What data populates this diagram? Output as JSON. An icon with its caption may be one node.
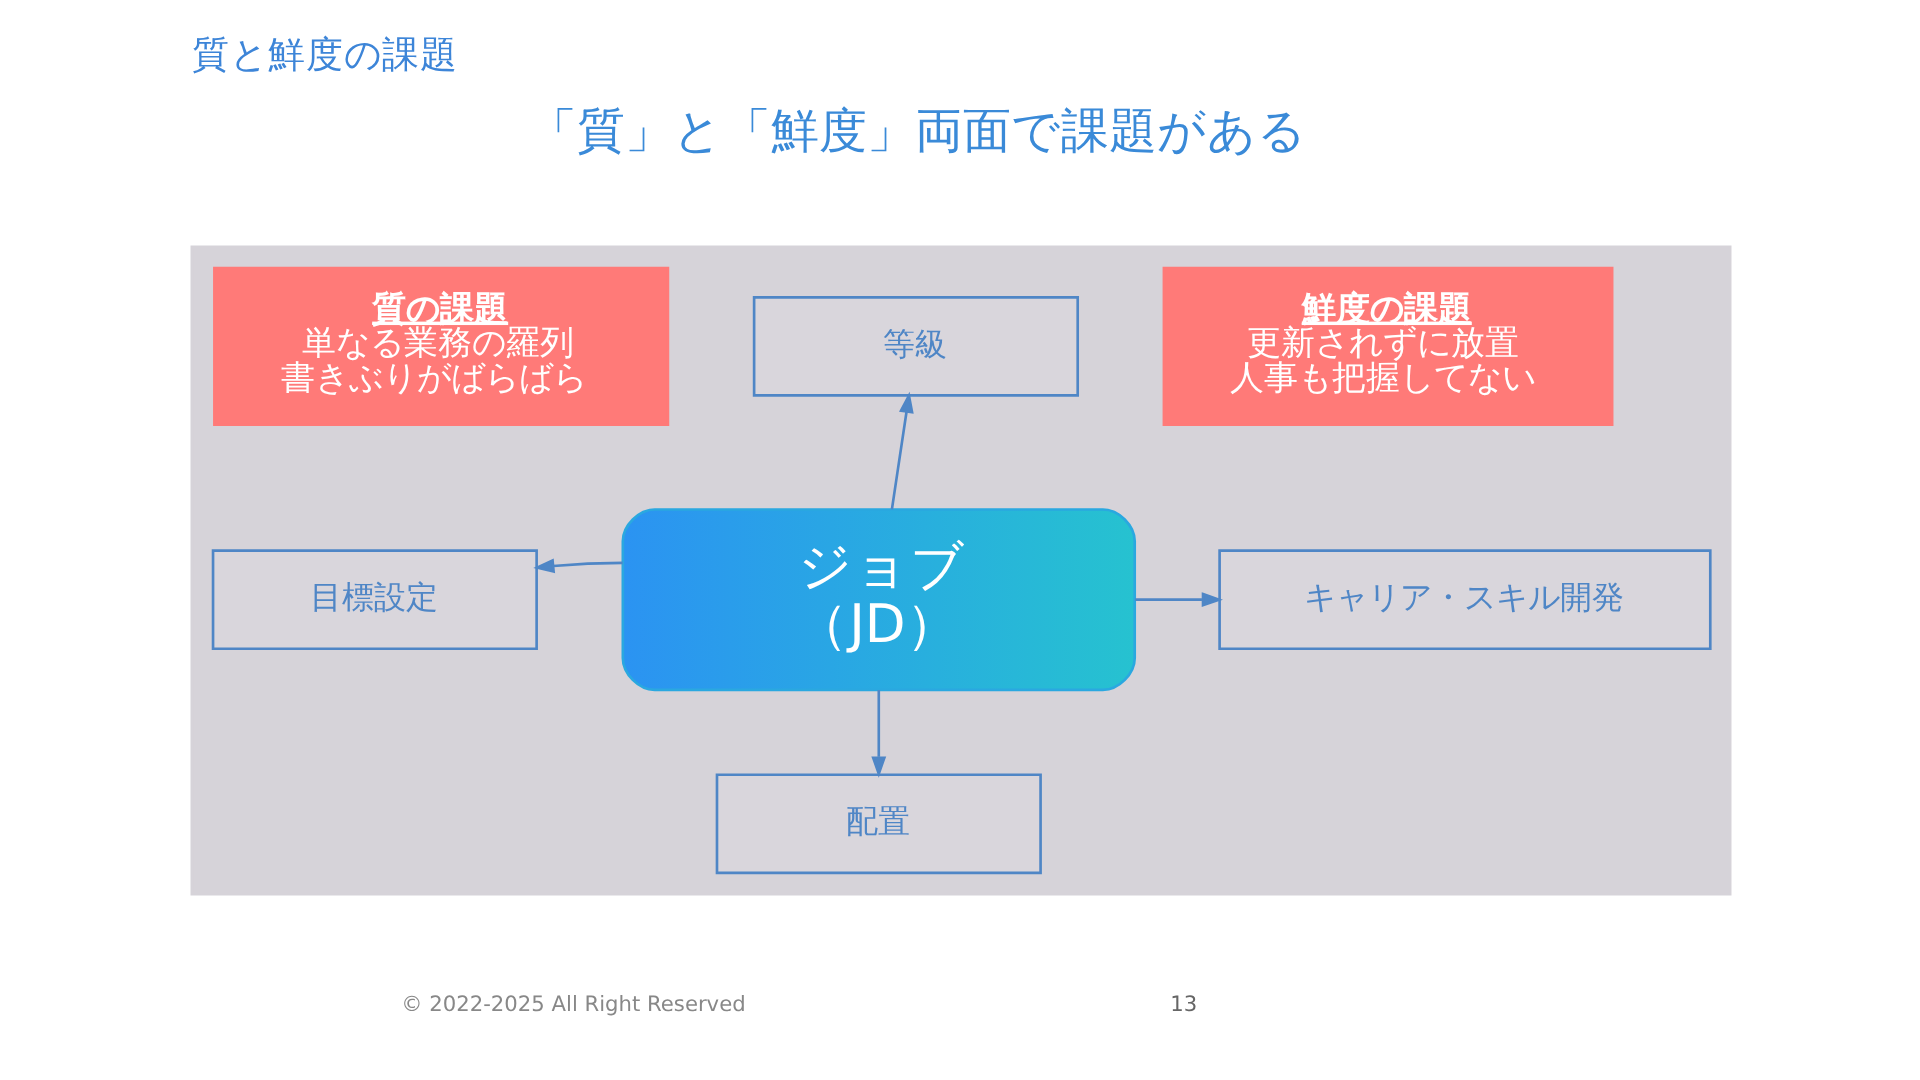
{
  "diagram": {
    "title": "質と鮮度の課題",
    "nodes": [
      {
        "text": [],
        "shape": "box"
      },
      {
        "text": [
          "質の課題",
          "単なる業務の羅列",
          "書きぶりがばらばら"
        ],
        "in": 0
      },
      {
        "text": [
          "等級"
        ],
        "in": 0
      },
      {
        "text": [
          "鮮度の課題",
          "更新されずに放置",
          "人事も把握してない"
        ],
        "in": 0
      },
      {
        "text": [
          "ジョブ",
          "（JD）"
        ],
        "in": 0
      },
      {
        "text": [
          "目標設定"
        ],
        "in": 0
      },
      {
        "text": [
          "キャリア・スキル開発"
        ],
        "in": 0
      },
      {
        "text": [
          "配置"
        ],
        "in": 0
      }
    ],
    "edges": [
      {
        "from": 4,
        "to": 2,
        "arrow": "to"
      },
      {
        "from": 4,
        "to": 5,
        "arrow": "to"
      },
      {
        "from": 4,
        "to": 6,
        "arrow": "to"
      },
      {
        "from": 4,
        "to": 7,
        "arrow": "to"
      }
    ],
    "labels": [
      "「質」と「鮮度」両面で課題がある",
      "© 2022-2025 All Right Reserved",
      "13"
    ]
  }
}
